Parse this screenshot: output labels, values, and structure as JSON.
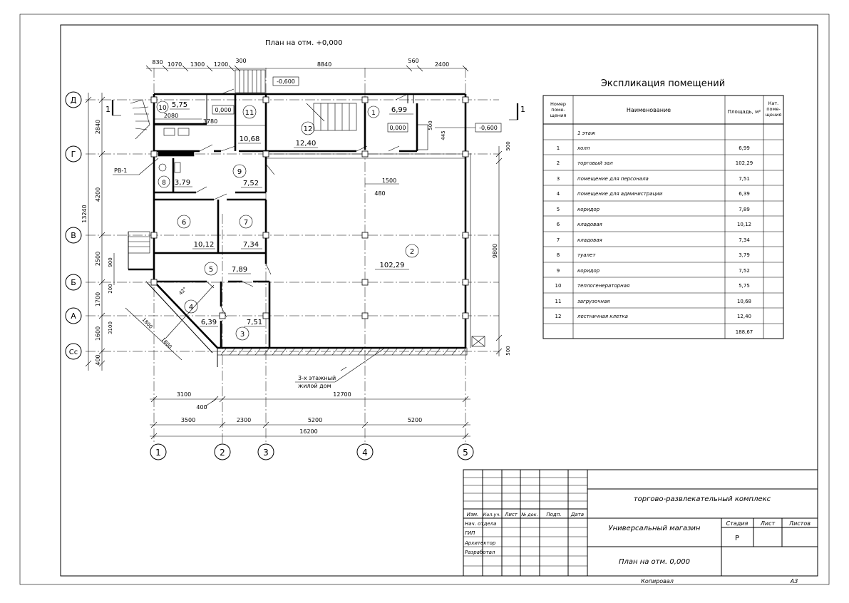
{
  "plan": {
    "title": "План на отм. +0,000",
    "level_marks": [
      "-0,600",
      "0,000",
      "0,000",
      "-0,600"
    ],
    "section_mark": "1",
    "top_dims": [
      "830",
      "1070",
      "1300",
      "1200",
      "300",
      "8840",
      "560",
      "2400"
    ],
    "sub_dims": [
      "2080",
      "3780",
      "1500",
      "480",
      "500",
      "445"
    ],
    "left_dims": [
      "2840",
      "4200",
      "2500",
      "1700",
      "1600",
      "400",
      "900",
      "200",
      "3100"
    ],
    "left_total": "13240",
    "right_dims": [
      "500",
      "9800",
      "500"
    ],
    "bottom_dims_row1": [
      "3100",
      "12700",
      "400"
    ],
    "bottom_dims_row2": [
      "3500",
      "2300",
      "5200",
      "5200"
    ],
    "bottom_total": "16200",
    "diag_dims": [
      "1800",
      "1800",
      "42°"
    ],
    "riser_label": "РВ-1",
    "neighbor_note_line1": "3-х этажный",
    "neighbor_note_line2": "жилой дом",
    "axes_rows": [
      "Д",
      "Г",
      "В",
      "Б",
      "А",
      "Сс"
    ],
    "axes_cols": [
      "1",
      "2",
      "3",
      "4",
      "5"
    ],
    "rooms": [
      {
        "num": "1",
        "area": "6,99"
      },
      {
        "num": "2",
        "area": "102,29"
      },
      {
        "num": "3",
        "area": "7,51"
      },
      {
        "num": "4",
        "area": "6,39"
      },
      {
        "num": "5",
        "area": "7,89"
      },
      {
        "num": "6",
        "area": "10,12"
      },
      {
        "num": "7",
        "area": "7,34"
      },
      {
        "num": "8",
        "area": "3,79"
      },
      {
        "num": "9",
        "area": "7,52"
      },
      {
        "num": "10",
        "area": "5,75"
      },
      {
        "num": "11",
        "area": "10,68"
      },
      {
        "num": "12",
        "area": "12,40"
      }
    ]
  },
  "explication": {
    "title": "Экспликация помещений",
    "headers": [
      "Номер поме- щения",
      "Наименование",
      "Площадь, м²",
      "Кат. поме- щения"
    ],
    "floor_row": "1 этаж",
    "rows": [
      [
        "1",
        "холл",
        "6,99"
      ],
      [
        "2",
        "торговый зал",
        "102,29"
      ],
      [
        "3",
        "помещение для персонала",
        "7,51"
      ],
      [
        "4",
        "помещение для администрации",
        "6,39"
      ],
      [
        "5",
        "коридор",
        "7,89"
      ],
      [
        "6",
        "кладовая",
        "10,12"
      ],
      [
        "7",
        "кладовая",
        "7,34"
      ],
      [
        "8",
        "туалет",
        "3,79"
      ],
      [
        "9",
        "коридор",
        "7,52"
      ],
      [
        "10",
        "теплогенераторная",
        "5,75"
      ],
      [
        "11",
        "загрузочная",
        "10,68"
      ],
      [
        "12",
        "лестничная клетка",
        "12,40"
      ]
    ],
    "total": "188,67"
  },
  "stamp": {
    "project": "торгово-развлекательный комплекс",
    "building": "Универсальный магазин",
    "sheet_title": "План на отм. 0,000",
    "col_labels": [
      "Изм.",
      "Кол.уч.",
      "Лист",
      "№ док.",
      "Подп.",
      "Дата"
    ],
    "roles": [
      "Нач. отдела",
      "ГИП",
      "Архитектор",
      "Разработал"
    ],
    "stage_label": "Стадия",
    "sheet_label": "Лист",
    "sheets_label": "Листов",
    "stage_value": "Р",
    "copied": "Копировал",
    "format": "А3"
  }
}
